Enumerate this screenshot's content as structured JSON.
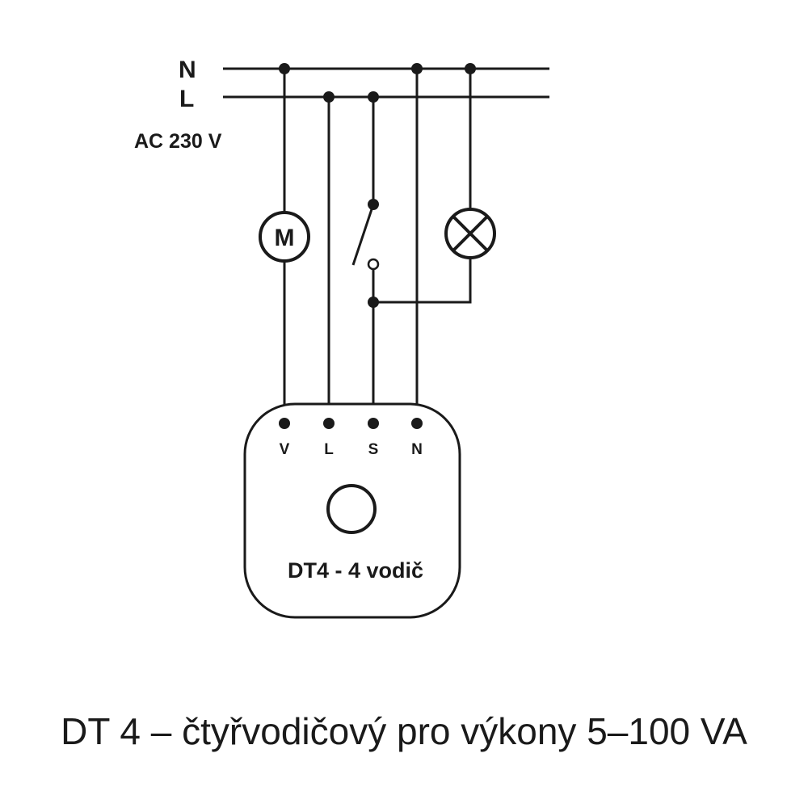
{
  "bus_labels": {
    "n": "N",
    "l": "L",
    "voltage": "AC 230 V"
  },
  "components": {
    "motor_symbol": "M",
    "lamp_symbol": "lamp-cross-icon"
  },
  "device": {
    "terminals": [
      "V",
      "L",
      "S",
      "N"
    ],
    "name": "DT4 - 4 vodič"
  },
  "caption": "DT 4 – čtyřvodičový pro výkony 5–100 VA",
  "colors": {
    "line": "#1a1a1a",
    "background": "#ffffff"
  }
}
